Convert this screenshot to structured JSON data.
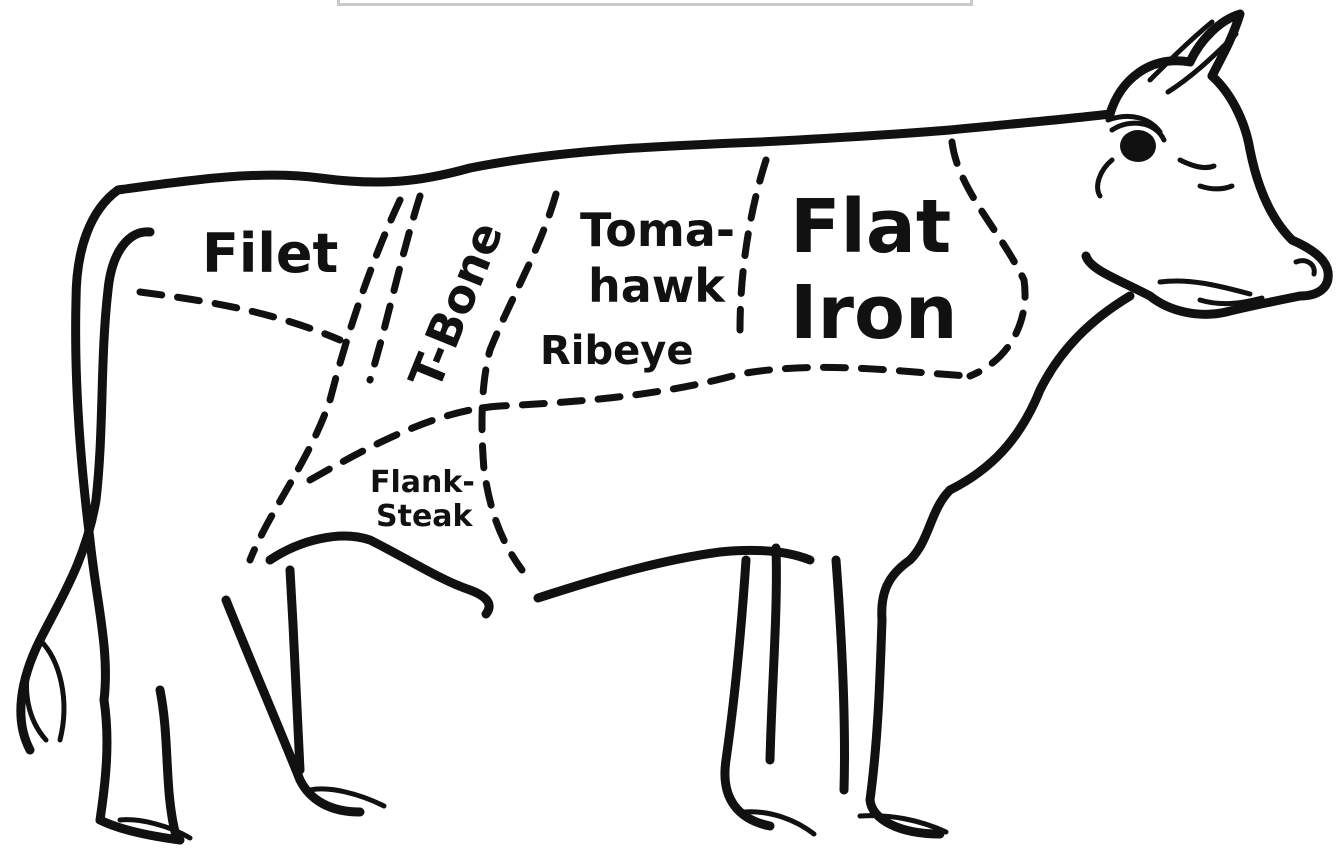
{
  "diagram": {
    "labels": {
      "filet": "Filet",
      "t_bone": "T-Bone",
      "tomahawk_line1": "Toma-",
      "tomahawk_line2": "hawk",
      "ribeye": "Ribeye",
      "flat_iron_line1": "Flat",
      "flat_iron_line2": "Iron",
      "flank_line1": "Flank-",
      "flank_line2": "Steak"
    },
    "colors": {
      "ink": "#111111",
      "background": "#ffffff",
      "frame": "#c9c9c9"
    }
  }
}
